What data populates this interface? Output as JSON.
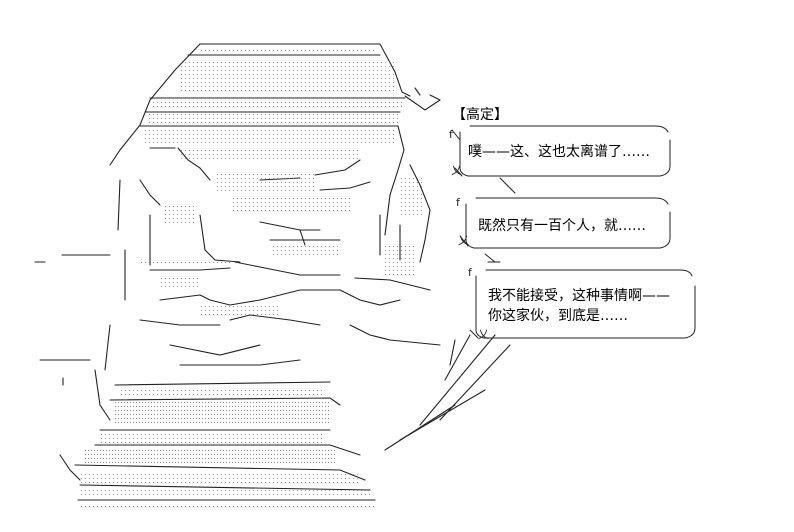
{
  "speaker": "【高定】",
  "bubbles": [
    {
      "lines": [
        "噗——这、这也太离谱了……"
      ]
    },
    {
      "lines": [
        "既然只有一百个人，就……"
      ]
    },
    {
      "lines": [
        "我不能接受，这种事情啊——",
        "你这家伙，到底是……"
      ]
    }
  ]
}
